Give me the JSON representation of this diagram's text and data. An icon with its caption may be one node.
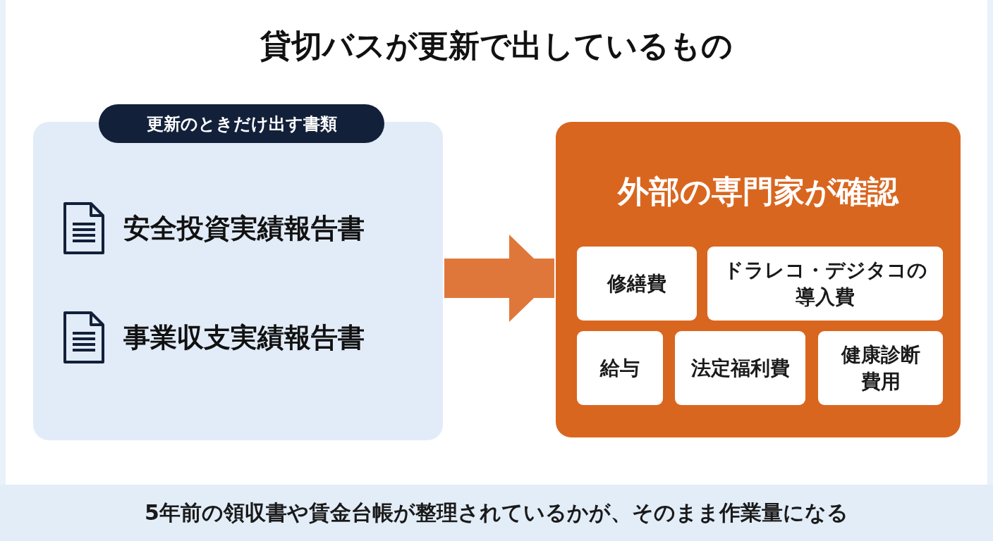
{
  "diagram": {
    "title": "貸切バスが更新で出しているもの",
    "nodes": [
      {
        "text": [
          "更新のときだけ出す書類"
        ]
      },
      {
        "text": [
          "安全投資実績報告書"
        ],
        "in": 0
      },
      {
        "text": [
          "事業収支実績報告書"
        ],
        "in": 0
      },
      {
        "text": [
          "外部の専門家が確認"
        ]
      },
      {
        "text": [
          "修繕費"
        ],
        "in": 3
      },
      {
        "text": [
          "ドラレコ・デジタコの導入費"
        ],
        "in": 3
      },
      {
        "text": [
          "給与"
        ],
        "in": 3
      },
      {
        "text": [
          "法定福利費"
        ],
        "in": 3
      },
      {
        "text": [
          "健康診断費用"
        ],
        "in": 3
      }
    ],
    "edges": [
      {
        "from": 0,
        "to": 3,
        "arrow": "to"
      }
    ],
    "caption": "5年前の領収書や賃金台帳が整理されているかが、そのまま作業量になる"
  }
}
